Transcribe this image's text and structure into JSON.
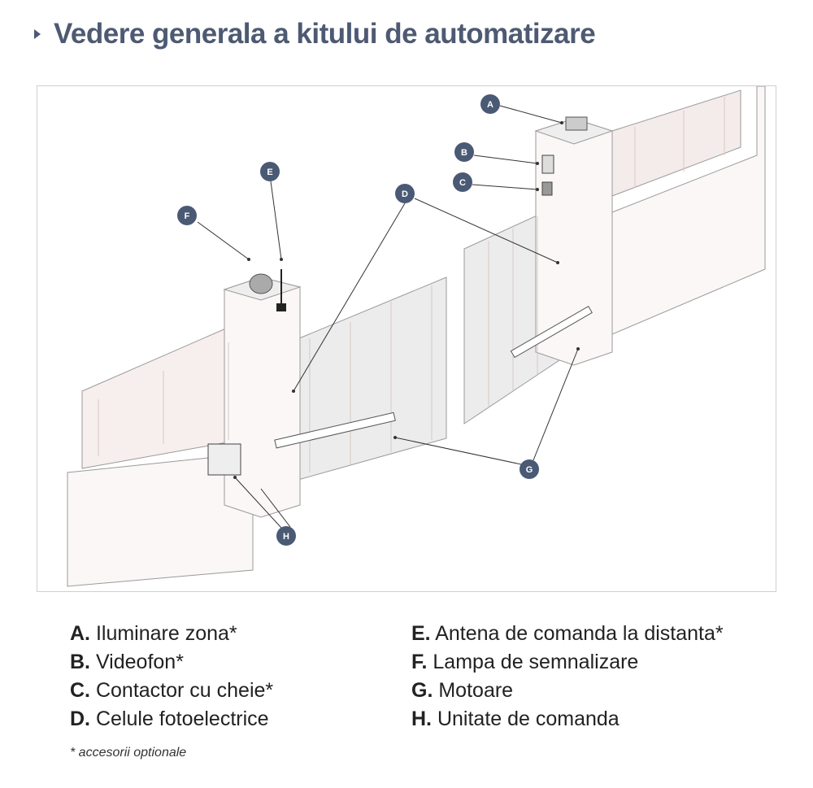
{
  "title": "Vedere generala a kitului de automatizare",
  "markers": [
    "A",
    "B",
    "C",
    "D",
    "E",
    "F",
    "G",
    "H"
  ],
  "legend": [
    {
      "key": "A.",
      "text": "Iluminare zona*"
    },
    {
      "key": "B.",
      "text": "Videofon*"
    },
    {
      "key": "C.",
      "text": "Contactor cu cheie*"
    },
    {
      "key": "D.",
      "text": "Celule fotoelectrice"
    },
    {
      "key": "E.",
      "text": "Antena de comanda la distanta*"
    },
    {
      "key": "F.",
      "text": "Lampa de semnalizare"
    },
    {
      "key": "G.",
      "text": "Motoare"
    },
    {
      "key": "H.",
      "text": "Unitate de comanda"
    }
  ],
  "footnote": "* accesorii optionale",
  "colors": {
    "title": "#4d5a72",
    "marker": "#4a5a75"
  }
}
